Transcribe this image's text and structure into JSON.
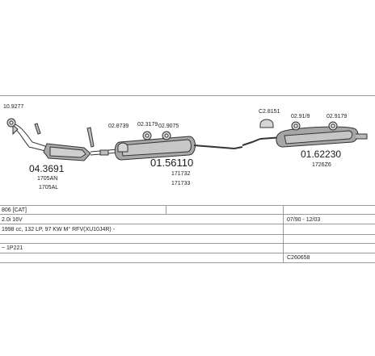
{
  "parts": {
    "clamp_1": "10.9277",
    "clamp_2": "02.8739",
    "clamp_3": "02.3179",
    "clamp_4": "02.9075",
    "clamp_5": "C2.8151",
    "clamp_6": "02.91/9",
    "clamp_7": "02.9179",
    "catalyst_number": "04.3691",
    "catalyst_oem_1": "1705AN",
    "catalyst_oem_2": "1705AL",
    "middle_number": "01.56110",
    "middle_oem_1": "171732",
    "middle_oem_2": "171733",
    "rear_number": "01.62230",
    "rear_oem_1": "1726Z6"
  },
  "info": {
    "model": "806  [CAT]",
    "engine": "2.0i 16V",
    "years": "07/90 - 12/03",
    "specs": "1998 cc, 132 LP, 97 KW M° RFV(XU10J4R) -",
    "variant": "~ 1P221",
    "code": "C260658"
  }
}
